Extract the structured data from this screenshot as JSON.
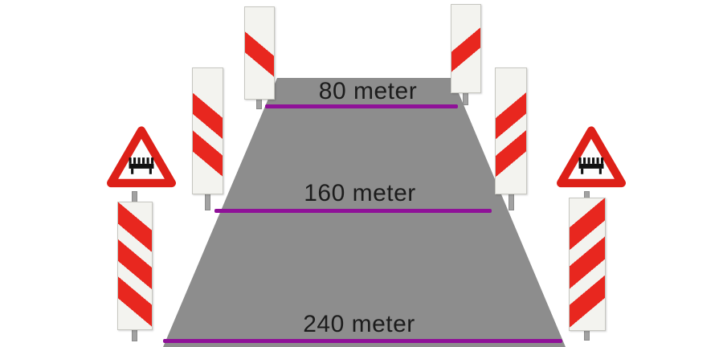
{
  "diagram": {
    "description": "Railway level-crossing approach beacons alongside a road shown in perspective, with distance markers",
    "markers": [
      {
        "id": "80m",
        "label": "80 meter"
      },
      {
        "id": "160m",
        "label": "160 meter"
      },
      {
        "id": "240m",
        "label": "240 meter"
      }
    ],
    "signs": {
      "left": [
        {
          "type": "beacon",
          "stripes": 1,
          "at": "80 meter"
        },
        {
          "type": "beacon",
          "stripes": 2,
          "at": "160 meter"
        },
        {
          "type": "beacon",
          "stripes": 3,
          "at": "240 meter"
        },
        {
          "type": "warning-level-crossing-with-barriers",
          "at": "240 meter"
        }
      ],
      "right": [
        {
          "type": "beacon",
          "stripes": 1,
          "at": "80 meter"
        },
        {
          "type": "beacon",
          "stripes": 2,
          "at": "160 meter"
        },
        {
          "type": "beacon",
          "stripes": 3,
          "at": "240 meter"
        },
        {
          "type": "warning-level-crossing-with-barriers",
          "at": "240 meter"
        }
      ]
    },
    "colors": {
      "road": "#8d8d8d",
      "marker_line": "#8f1198",
      "stripe_red": "#e8271f",
      "plate": "#f3f3ef",
      "label_text": "#1c1c1c",
      "pole": "#a2a2a2",
      "triangle_border": "#dd2018",
      "icon_black": "#111111"
    }
  }
}
